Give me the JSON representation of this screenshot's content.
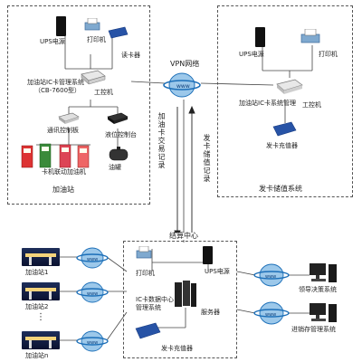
{
  "gas_station_box": {
    "title": "加油站",
    "ups": "UPS电源",
    "printer": "打印机",
    "card_reader": "读卡器",
    "system_name": "加油站IC卡管理系统",
    "system_model": "（CB-7600型）",
    "ipc": "工控机",
    "comm_board": "通讯控制板",
    "dispenser": "卡机联动加油机",
    "tank_control": "液位控制台",
    "tank": "油罐"
  },
  "issuing_box": {
    "title": "发卡储值系统",
    "ups": "UPS电源",
    "printer": "打印机",
    "system_name": "加油站IC卡系统管理",
    "ipc": "工控机",
    "charger": "发卡充值器"
  },
  "vpn": {
    "label": "VPN网络",
    "www": "www"
  },
  "link_labels": {
    "left": "加油卡交易记录",
    "right": "发卡储值记录"
  },
  "settlement_box": {
    "title": "结算中心",
    "printer": "打印机",
    "ups": "UPS电源",
    "data_center": "IC卡数据中心",
    "mgmt_system": "管理系统",
    "server": "服务器",
    "charger": "发卡充值器"
  },
  "stations": [
    "加油站1",
    "加油站2",
    "加油站n"
  ],
  "ellipsis": "⋮",
  "right_systems": [
    "领导决策系统",
    "进销存管理系统"
  ],
  "colors": {
    "globe": "#1c6fb8",
    "globe_light": "#9cc8ea",
    "dashed": "#555555",
    "card_blue": "#2753a6"
  }
}
